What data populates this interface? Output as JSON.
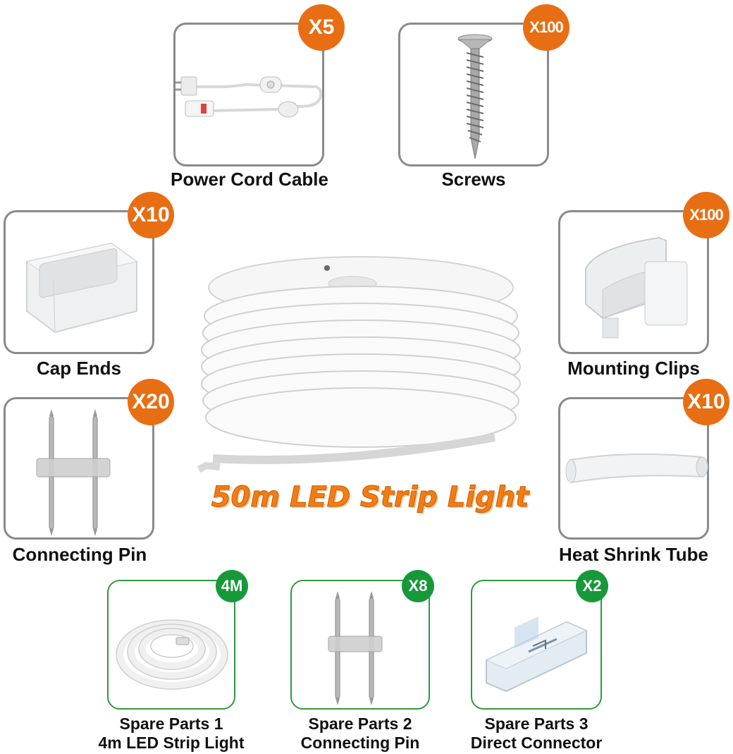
{
  "main_item": {
    "label": "50m LED Strip Light"
  },
  "accessories": [
    {
      "label": "Power Cord Cable",
      "badge": "X5"
    },
    {
      "label": "Screws",
      "badge": "X100"
    },
    {
      "label": "Cap Ends",
      "badge": "X10"
    },
    {
      "label": "Mounting Clips",
      "badge": "X100"
    },
    {
      "label": "Connecting Pin",
      "badge": "X20"
    },
    {
      "label": "Heat Shrink Tube",
      "badge": "X10"
    }
  ],
  "spare_parts": [
    {
      "line1": "Spare Parts 1",
      "line2": "4m LED Strip Light",
      "badge": "4M"
    },
    {
      "line1": "Spare Parts 2",
      "line2": "Connecting Pin",
      "badge": "X8"
    },
    {
      "line1": "Spare Parts 3",
      "line2": "Direct Connector",
      "badge": "X2"
    }
  ],
  "colors": {
    "accent_orange": "#e86e13",
    "accent_green": "#17993a",
    "card_border_gray": "#8a8a8a",
    "card_border_green": "#2e9a3e"
  },
  "icons": [
    "power-cord-icon",
    "screw-icon",
    "cap-end-icon",
    "mounting-clip-icon",
    "connecting-pin-icon",
    "heat-shrink-tube-icon",
    "led-reel-icon",
    "led-coil-icon",
    "direct-connector-icon"
  ]
}
